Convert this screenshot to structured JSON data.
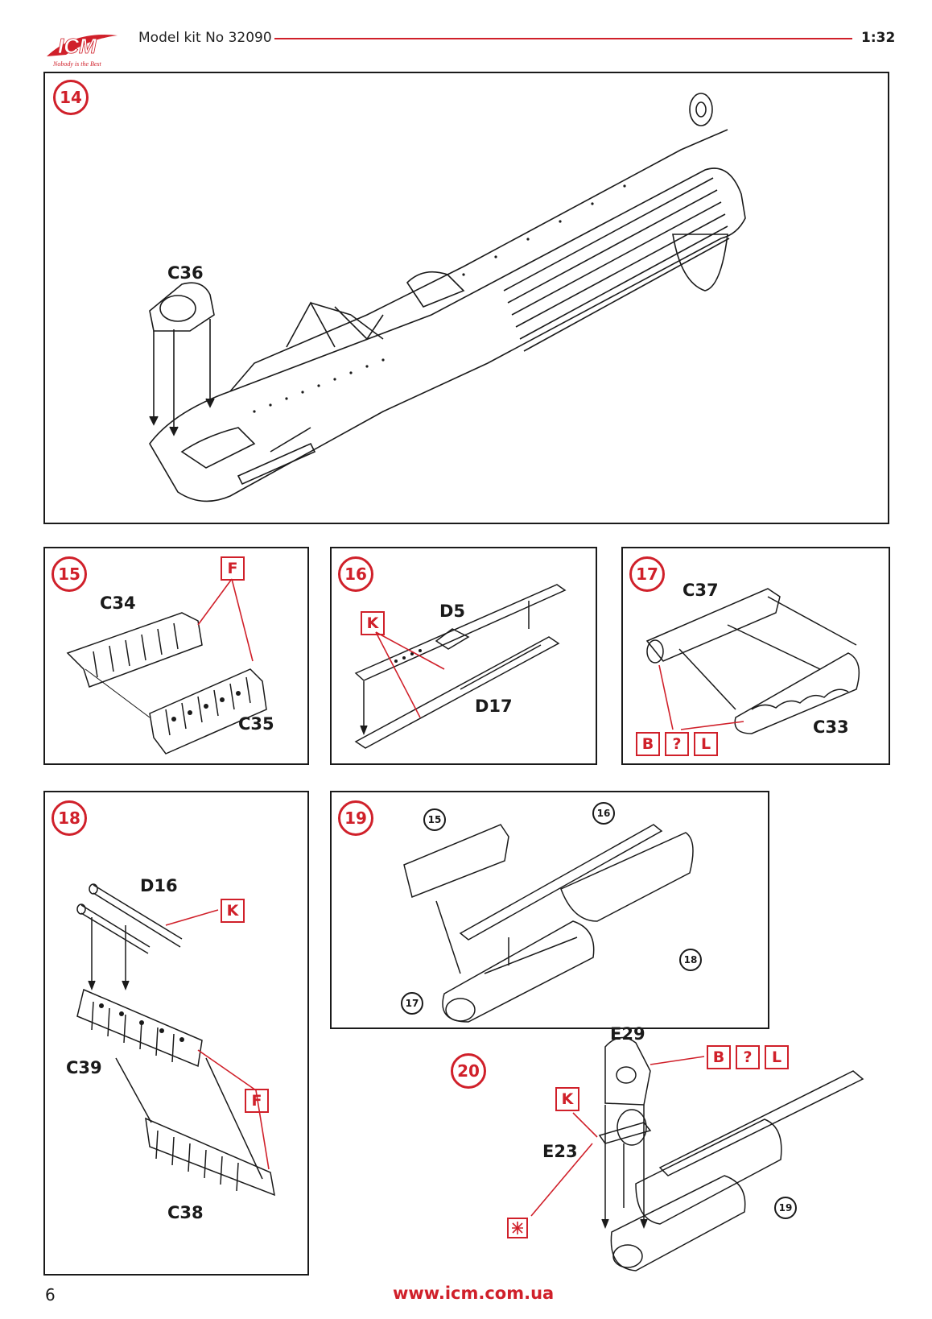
{
  "header": {
    "logo_text": "ICM",
    "logo_tagline": "Nobody is the Best",
    "title": "Model kit No 32090",
    "scale": "1:32"
  },
  "colors": {
    "accent": "#d0202a",
    "ink": "#1a1a1a"
  },
  "steps": [
    {
      "number": "14",
      "parts": [
        "C36"
      ]
    },
    {
      "number": "15",
      "parts": [
        "C34",
        "C35"
      ],
      "paints": [
        "F"
      ]
    },
    {
      "number": "16",
      "parts": [
        "D5",
        "D17"
      ],
      "paints": [
        "K"
      ]
    },
    {
      "number": "17",
      "parts": [
        "C37",
        "C33"
      ],
      "paints": [
        "B",
        "?",
        "L"
      ]
    },
    {
      "number": "18",
      "parts": [
        "D16",
        "C39",
        "C38"
      ],
      "paints": [
        "K",
        "F"
      ]
    },
    {
      "number": "19",
      "refs": [
        "15",
        "16",
        "17",
        "18"
      ]
    },
    {
      "number": "20",
      "parts": [
        "E29",
        "E23"
      ],
      "paints": [
        "B",
        "?",
        "L",
        "K"
      ],
      "refs": [
        "19"
      ],
      "glue_icon": "glue-icon"
    }
  ],
  "footer": {
    "page_number": "6",
    "url": "www.icm.com.ua"
  }
}
